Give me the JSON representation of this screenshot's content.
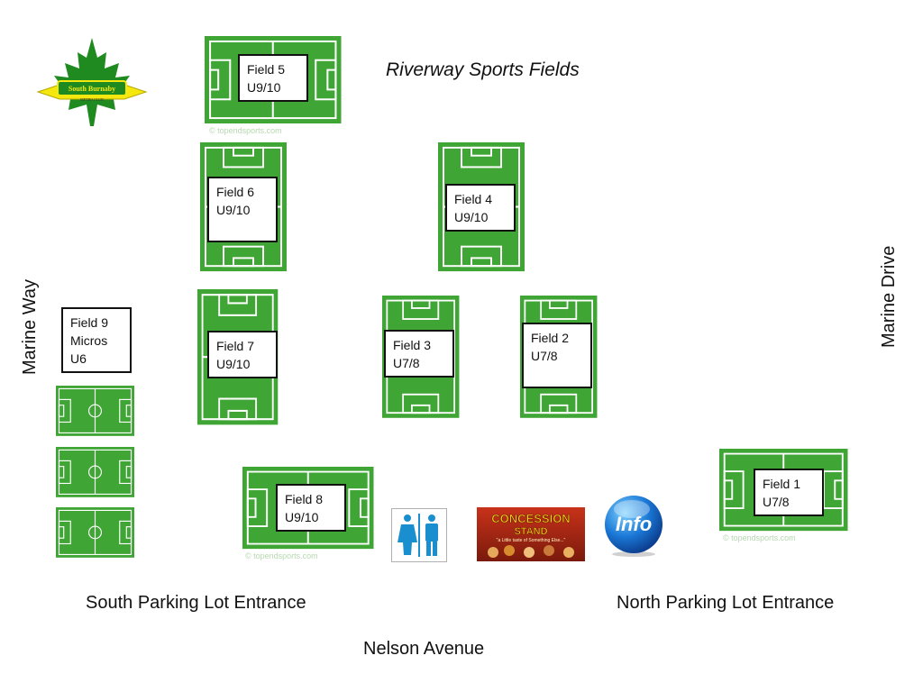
{
  "map": {
    "title": "Riverway Sports Fields",
    "roads": {
      "west": "Marine Way",
      "east": "Marine Drive",
      "south": "Nelson Avenue"
    },
    "entrances": {
      "south": "South Parking Lot Entrance",
      "north": "North Parking Lot Entrance"
    },
    "fields": [
      {
        "name": "Field 5",
        "age": "U9/10"
      },
      {
        "name": "Field 6",
        "age": "U9/10"
      },
      {
        "name": "Field 4",
        "age": "U9/10"
      },
      {
        "name": "Field 9",
        "type": "Micros",
        "age": "U6"
      },
      {
        "name": "Field 7",
        "age": "U9/10"
      },
      {
        "name": "Field 3",
        "age": "U7/8"
      },
      {
        "name": "Field 2",
        "age": "U7/8"
      },
      {
        "name": "Field 8",
        "age": "U9/10"
      },
      {
        "name": "Field 1",
        "age": "U7/8"
      }
    ],
    "logo": {
      "club_name": "South Burnaby",
      "club_subtitle": "METRO CLUB"
    },
    "amenities": {
      "concession": {
        "line1": "CONCESSION",
        "line2": "STAND",
        "tagline": "\"a Little taste of Something Else...\""
      },
      "info": "Info",
      "watermark": "© topendsports.com"
    },
    "colors": {
      "field_green": "#3fa535",
      "line": "#ffffff",
      "brand_yellow": "#f4e80f",
      "tree_green": "#1f8a1f"
    }
  }
}
